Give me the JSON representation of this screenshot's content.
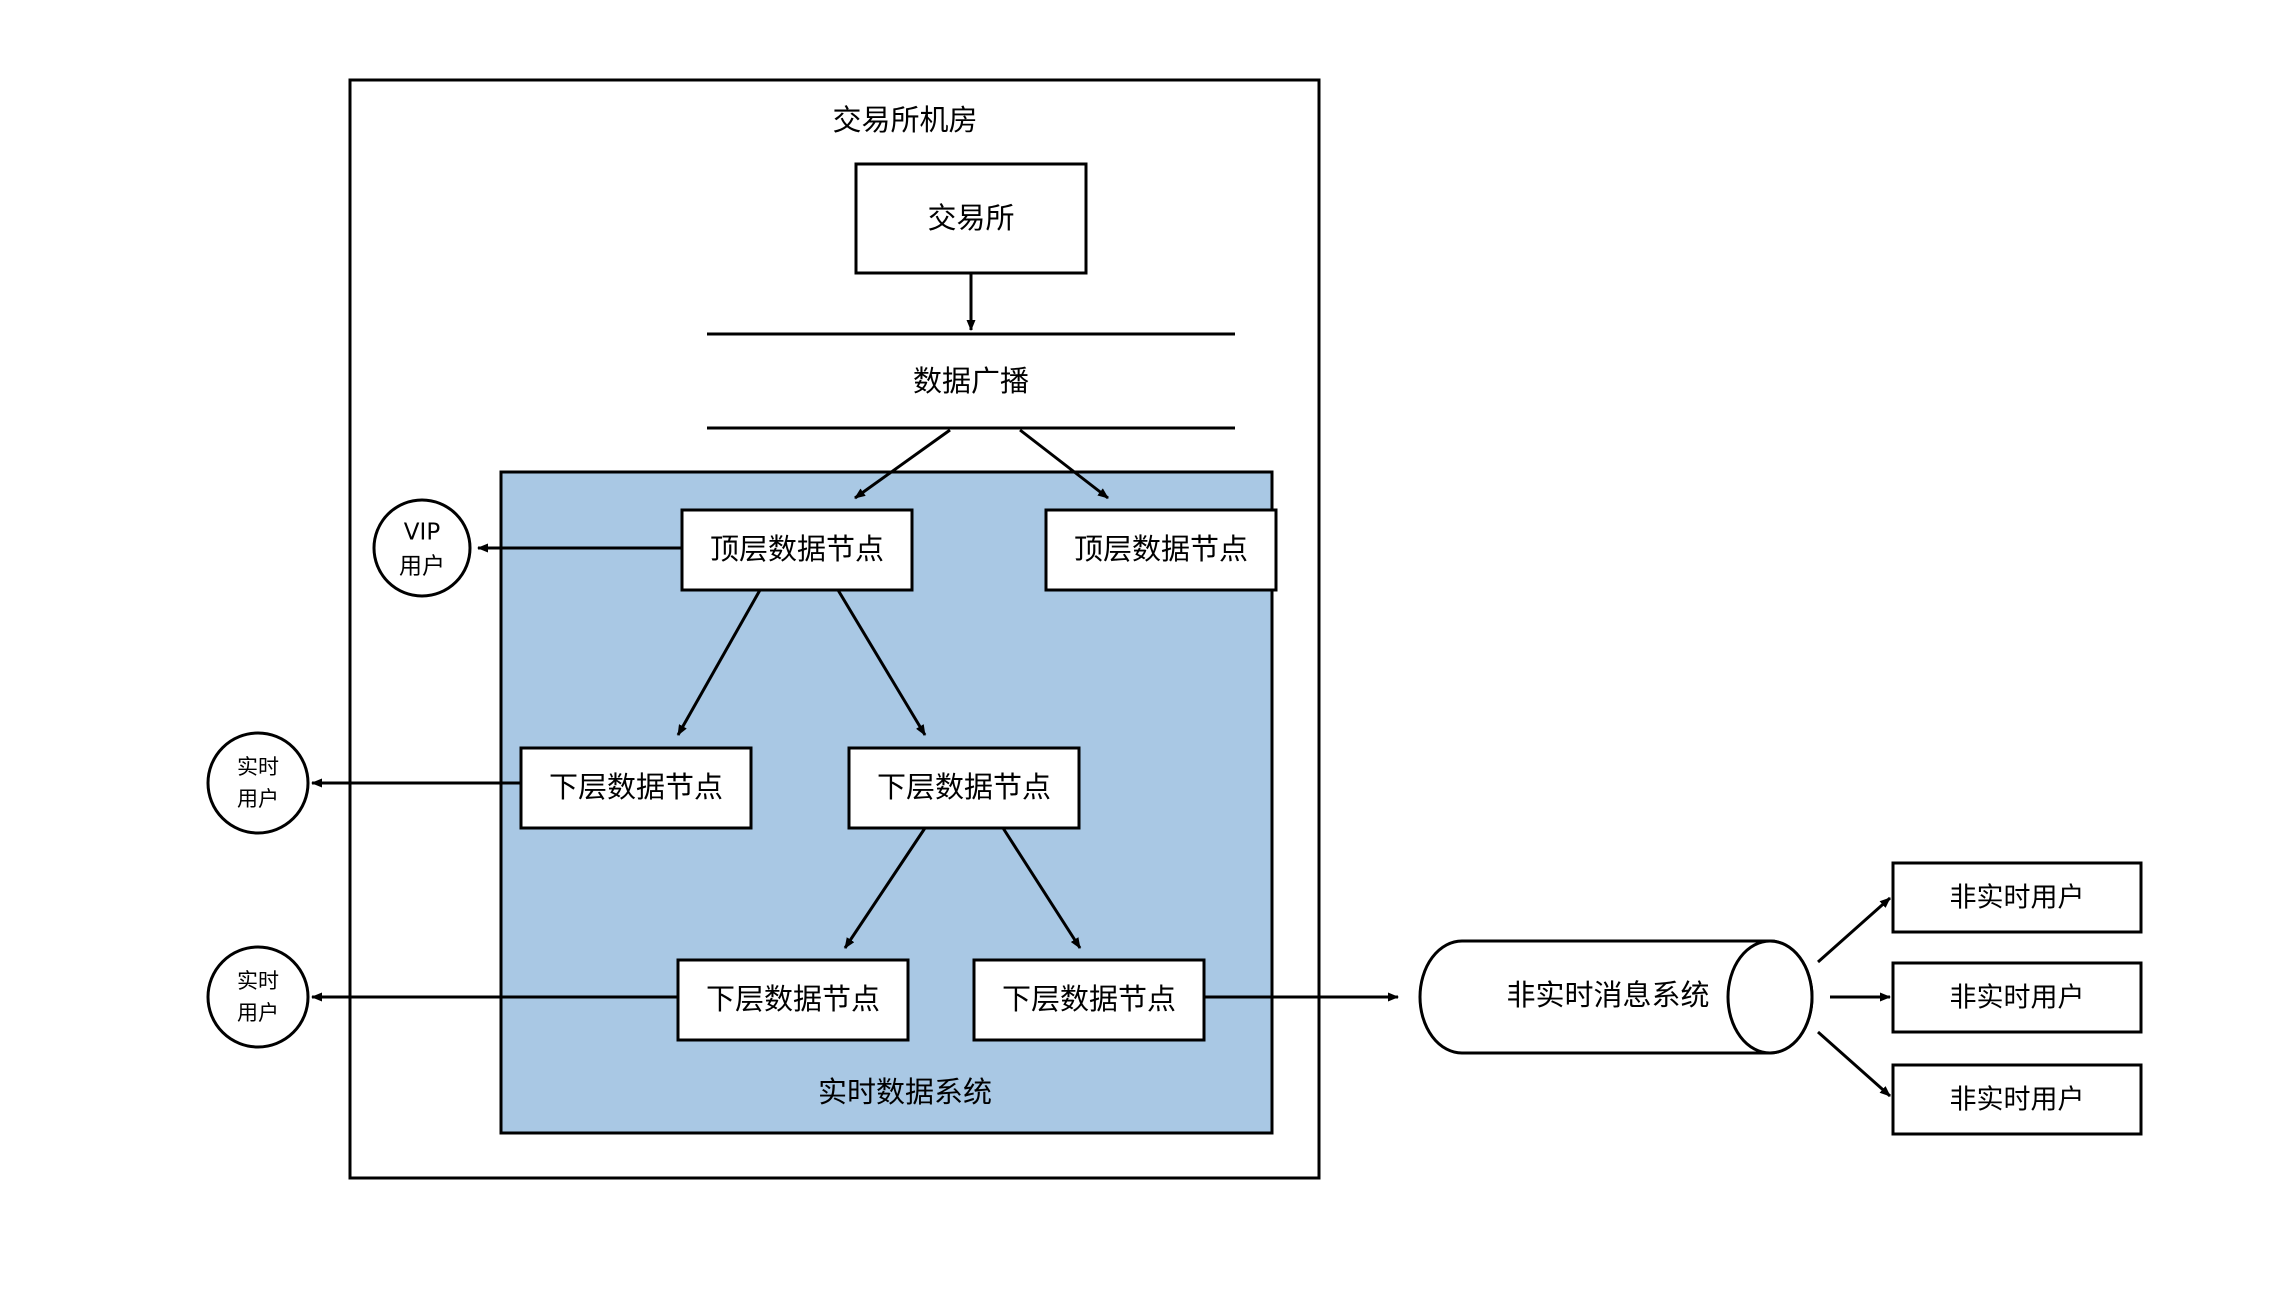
{
  "diagram": {
    "title": "交易所机房",
    "type": "flowchart",
    "colors": {
      "realtime_system_fill": "#a9c8e4",
      "node_fill": "#ffffff",
      "stroke": "#000000",
      "background": "#ffffff"
    },
    "containers": [
      {
        "id": "exchange-room",
        "label": "交易所机房",
        "label_position": "top-center"
      },
      {
        "id": "realtime-data-system",
        "label": "实时数据系统",
        "label_position": "bottom-center",
        "fill": "#a9c8e4"
      }
    ],
    "nodes": {
      "exchange": "交易所",
      "data_broadcast": "数据广播",
      "top_node_left": "顶层数据节点",
      "top_node_right": "顶层数据节点",
      "lower_node_1": "下层数据节点",
      "lower_node_2": "下层数据节点",
      "lower_node_3": "下层数据节点",
      "lower_node_4": "下层数据节点",
      "vip_user": {
        "line1": "VIP",
        "line2": "用户"
      },
      "realtime_user_1": {
        "line1": "实时",
        "line2": "用户"
      },
      "realtime_user_2": {
        "line1": "实时",
        "line2": "用户"
      },
      "message_system": "非实时消息系统",
      "non_realtime_user_1": "非实时用户",
      "non_realtime_user_2": "非实时用户",
      "non_realtime_user_3": "非实时用户"
    },
    "edges": [
      {
        "from": "exchange",
        "to": "data_broadcast",
        "arrow": true
      },
      {
        "from": "data_broadcast",
        "to": "top_node_left",
        "arrow": true
      },
      {
        "from": "data_broadcast",
        "to": "top_node_right",
        "arrow": true
      },
      {
        "from": "top_node_left",
        "to": "vip_user",
        "arrow": true
      },
      {
        "from": "top_node_left",
        "to": "lower_node_1",
        "arrow": true
      },
      {
        "from": "top_node_left",
        "to": "lower_node_2",
        "arrow": true
      },
      {
        "from": "lower_node_1",
        "to": "realtime_user_1",
        "arrow": true
      },
      {
        "from": "lower_node_2",
        "to": "lower_node_3",
        "arrow": true
      },
      {
        "from": "lower_node_2",
        "to": "lower_node_4",
        "arrow": true
      },
      {
        "from": "lower_node_3",
        "to": "realtime_user_2",
        "arrow": true
      },
      {
        "from": "lower_node_4",
        "to": "message_system",
        "arrow": true
      },
      {
        "from": "message_system",
        "to": "non_realtime_user_1",
        "arrow": true
      },
      {
        "from": "message_system",
        "to": "non_realtime_user_2",
        "arrow": true
      },
      {
        "from": "message_system",
        "to": "non_realtime_user_3",
        "arrow": true
      }
    ]
  }
}
